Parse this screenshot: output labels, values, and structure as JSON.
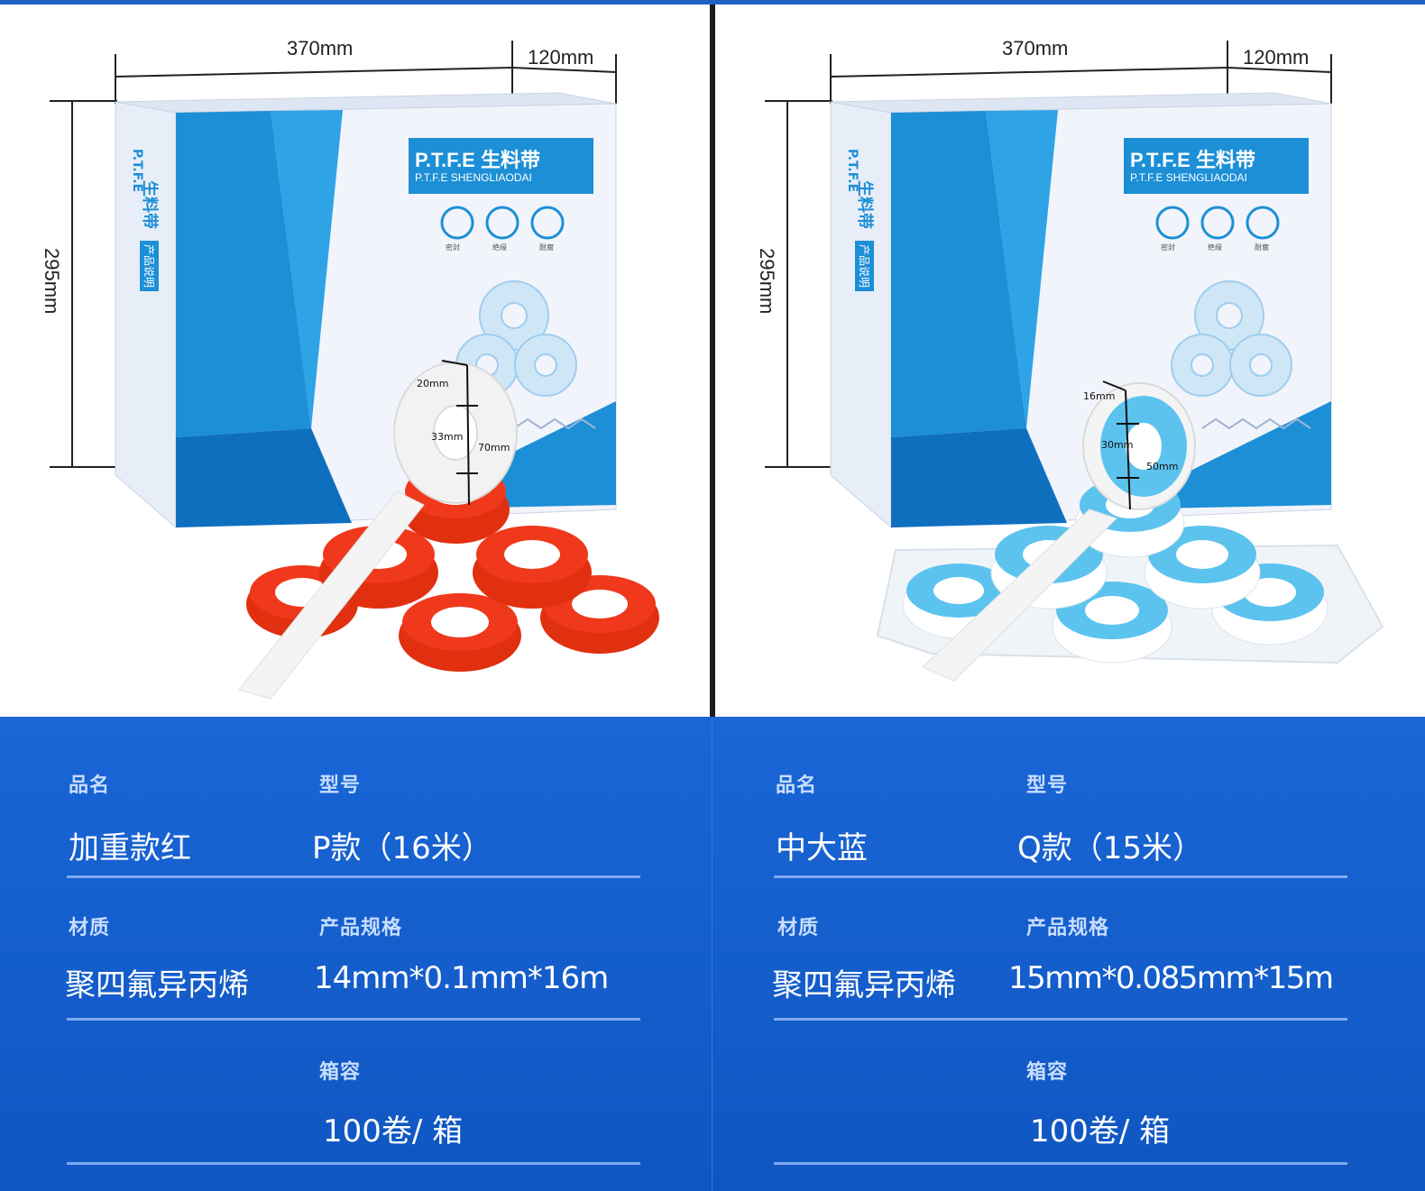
{
  "products": [
    {
      "dims": {
        "width": "370mm",
        "depth": "120mm",
        "height": "295mm"
      },
      "box": {
        "brand": "P.T.F.E 生料带",
        "brand_sub": "P.T.F.E SHENGLIAODAI",
        "side_brand": "P.T.F.E",
        "side_title": "生料带",
        "side_tag": "产品说明",
        "features": [
          "密封",
          "绝缘",
          "耐腐"
        ]
      },
      "roll_dims": {
        "thickness": "20mm",
        "inner": "33mm",
        "outer": "70mm"
      },
      "colors": {
        "roll": "#f0391c",
        "accent": "#1c8fd6"
      },
      "fields": {
        "name_label": "品名",
        "name_value": "加重款红",
        "model_label": "型号",
        "model_value": "P款（16米）",
        "material_label": "材质",
        "material_value": "聚四氟异丙烯",
        "spec_label": "产品规格",
        "spec_value": "14mm*0.1mm*16m",
        "box_label": "箱容",
        "box_value": "100卷/ 箱"
      }
    },
    {
      "dims": {
        "width": "370mm",
        "depth": "120mm",
        "height": "295mm"
      },
      "box": {
        "brand": "P.T.F.E 生料带",
        "brand_sub": "P.T.F.E SHENGLIAODAI",
        "side_brand": "P.T.F.E",
        "side_title": "生料带",
        "side_tag": "产品说明",
        "features": [
          "密封",
          "绝缘",
          "耐腐"
        ]
      },
      "roll_dims": {
        "thickness": "16mm",
        "inner": "30mm",
        "outer": "50mm"
      },
      "colors": {
        "roll": "#5cc3ee",
        "accent": "#1c8fd6"
      },
      "fields": {
        "name_label": "品名",
        "name_value": "中大蓝",
        "model_label": "型号",
        "model_value": "Q款（15米）",
        "material_label": "材质",
        "material_value": "聚四氟异丙烯",
        "spec_label": "产品规格",
        "spec_value": "15mm*0.085mm*15m",
        "box_label": "箱容",
        "box_value": "100卷/ 箱"
      }
    }
  ]
}
